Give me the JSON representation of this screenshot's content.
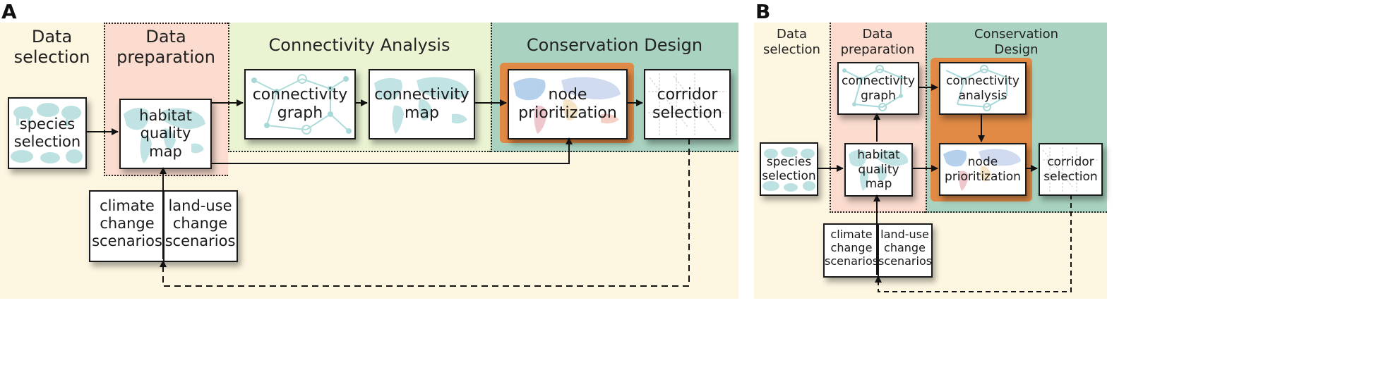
{
  "panels": {
    "a_label": "A",
    "b_label": "B"
  },
  "a": {
    "stages": {
      "data_selection": "Data\nselection",
      "data_preparation": "Data\npreparation",
      "connectivity_analysis": "Connectivity Analysis",
      "conservation_design": "Conservation Design"
    },
    "boxes": {
      "species_selection": "species\nselection",
      "habitat_quality_map": "habitat\nquality\nmap",
      "connectivity_graph": "connectivity\ngraph",
      "connectivity_map": "connectivity\nmap",
      "node_prioritization": "node\nprioritization",
      "corridor_selection": "corridor\nselection",
      "climate_change_scenarios": "climate\nchange\nscenarios",
      "land_use_change_scenarios": "land-use\nchange\nscenarios"
    }
  },
  "b": {
    "stages": {
      "data_selection": "Data\nselection",
      "data_preparation": "Data\npreparation",
      "conservation_design": "Conservation\nDesign"
    },
    "boxes": {
      "species_selection": "species\nselection",
      "habitat_quality_map": "habitat\nquality\nmap",
      "connectivity_graph": "connectivity\ngraph",
      "connectivity_analysis": "connectivity\nanalysis",
      "node_prioritization": "node\nprioritization",
      "corridor_selection": "corridor\nselection",
      "climate_change_scenarios": "climate\nchange\nscenarios",
      "land_use_change_scenarios": "land-use\nchange\nscenarios"
    }
  },
  "colors": {
    "data_selection_bg": "#fdf6e0",
    "data_preparation_bg": "#fbdccf",
    "connectivity_analysis_bg": "#eaf4d3",
    "conservation_design_bg": "#a9d3c0",
    "node_highlight": "#e08a45",
    "icon_tint": "#a8d8d8"
  }
}
